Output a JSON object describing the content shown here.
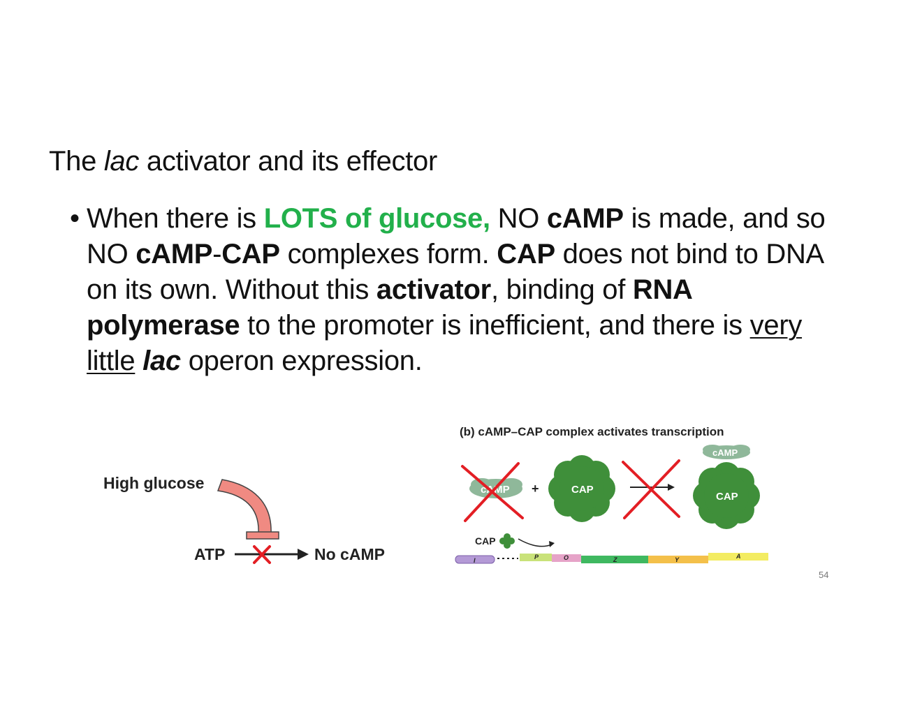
{
  "slide": {
    "title": {
      "pre": "The ",
      "italic": "lac",
      "post": " activator and its effector"
    },
    "bullet": {
      "t1": "When there is ",
      "t2": "LOTS of glucose,",
      "t3": " NO ",
      "t4": "cAMP",
      "t5": " is made, and so NO ",
      "t6": "cAMP",
      "t7": "-",
      "t8": "CAP",
      "t9": " complexes form. ",
      "t10": "CAP",
      "t11": " does not bind to DNA on its own. Without this ",
      "t12": "activator",
      "t13": ", binding of ",
      "t14": "RNA polymerase",
      "t15": " to the promoter is inefficient, and there is ",
      "t16": "very little",
      "t17": " ",
      "t18": "lac",
      "t19": " operon expression."
    },
    "slide_number": "54"
  },
  "left_figure": {
    "high_glucose": "High glucose",
    "atp": "ATP",
    "no_camp": "No cAMP"
  },
  "right_figure": {
    "title": "(b) cAMP–CAP complex activates transcription",
    "camp_label": "cAMP",
    "plus": "+",
    "cap_label": "CAP",
    "complex_camp": "cAMP",
    "complex_cap": "CAP",
    "dna_cap": "CAP",
    "genes": [
      "I",
      "P",
      "O",
      "Z",
      "Y",
      "A"
    ]
  },
  "colors": {
    "green_text": "#22b04b",
    "cross_red": "#e31e24",
    "inhibitor_fill": "#f08a82",
    "cap_green": "#3f8f3a",
    "camp_green": "#8fb89a"
  }
}
